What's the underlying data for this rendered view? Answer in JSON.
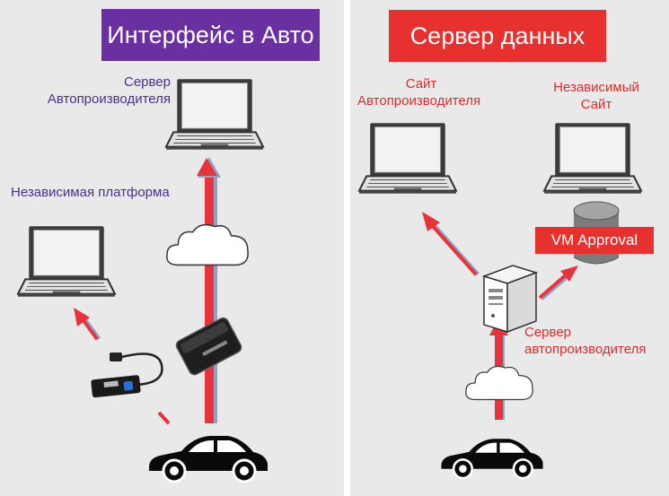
{
  "left_panel": {
    "title": "Интерфейс в Авто",
    "title_color": "#6a2fa0",
    "label_color": "#4b2f8f",
    "labels": {
      "maker_server_line1": "Сервер",
      "maker_server_line2": "Автопроизводителя",
      "independent_platform": "Независимая платформа"
    },
    "icons": [
      "laptop-icon",
      "laptop-icon",
      "cloud-icon",
      "obd-adapter-icon",
      "diagnostic-cable-icon",
      "car-icon"
    ]
  },
  "right_panel": {
    "title": "Сервер данных",
    "title_color": "#e8312f",
    "label_color": "#e12b2b",
    "labels": {
      "maker_site_line1": "Сайт",
      "maker_site_line2": "Автопроизводителя",
      "independent_site_line1": "Независимый",
      "independent_site_line2": "Сайт",
      "vm_approval": "VM Approval",
      "maker_server_line1": "Сервер",
      "maker_server_line2": "автопроизводителя"
    },
    "icons": [
      "laptop-icon",
      "laptop-icon",
      "database-icon",
      "server-tower-icon",
      "cloud-icon",
      "car-icon"
    ]
  },
  "colors": {
    "arrow_red": "#e8333a",
    "arrow_shadow": "#8fa3c4",
    "background": "#e9e9ea"
  }
}
